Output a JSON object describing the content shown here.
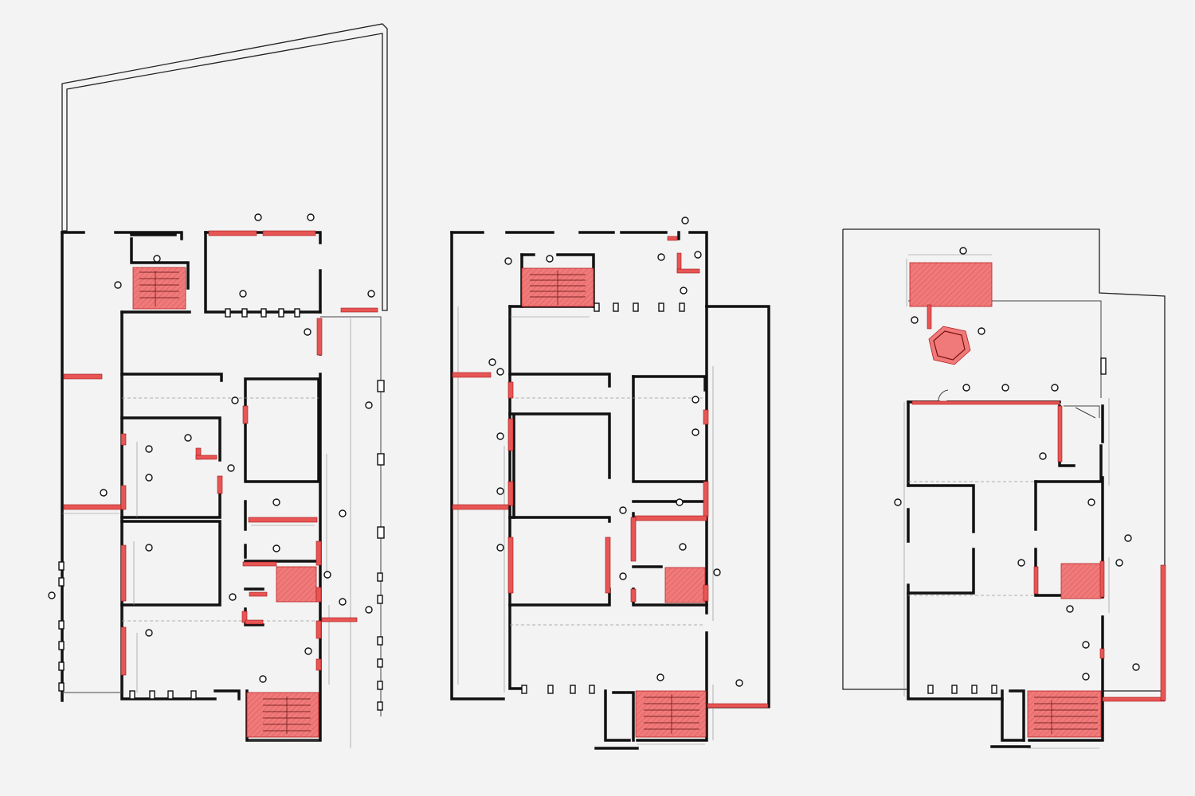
{
  "drawing": {
    "type": "floor-plan-set",
    "plans": [
      {
        "id": "plan-left"
      },
      {
        "id": "plan-middle"
      },
      {
        "id": "plan-right"
      }
    ]
  },
  "colors": {
    "background": "#f3f3f3",
    "wall": "#111111",
    "highlight_fill": "#f07a7a",
    "highlight_stroke": "#b81e1e"
  }
}
